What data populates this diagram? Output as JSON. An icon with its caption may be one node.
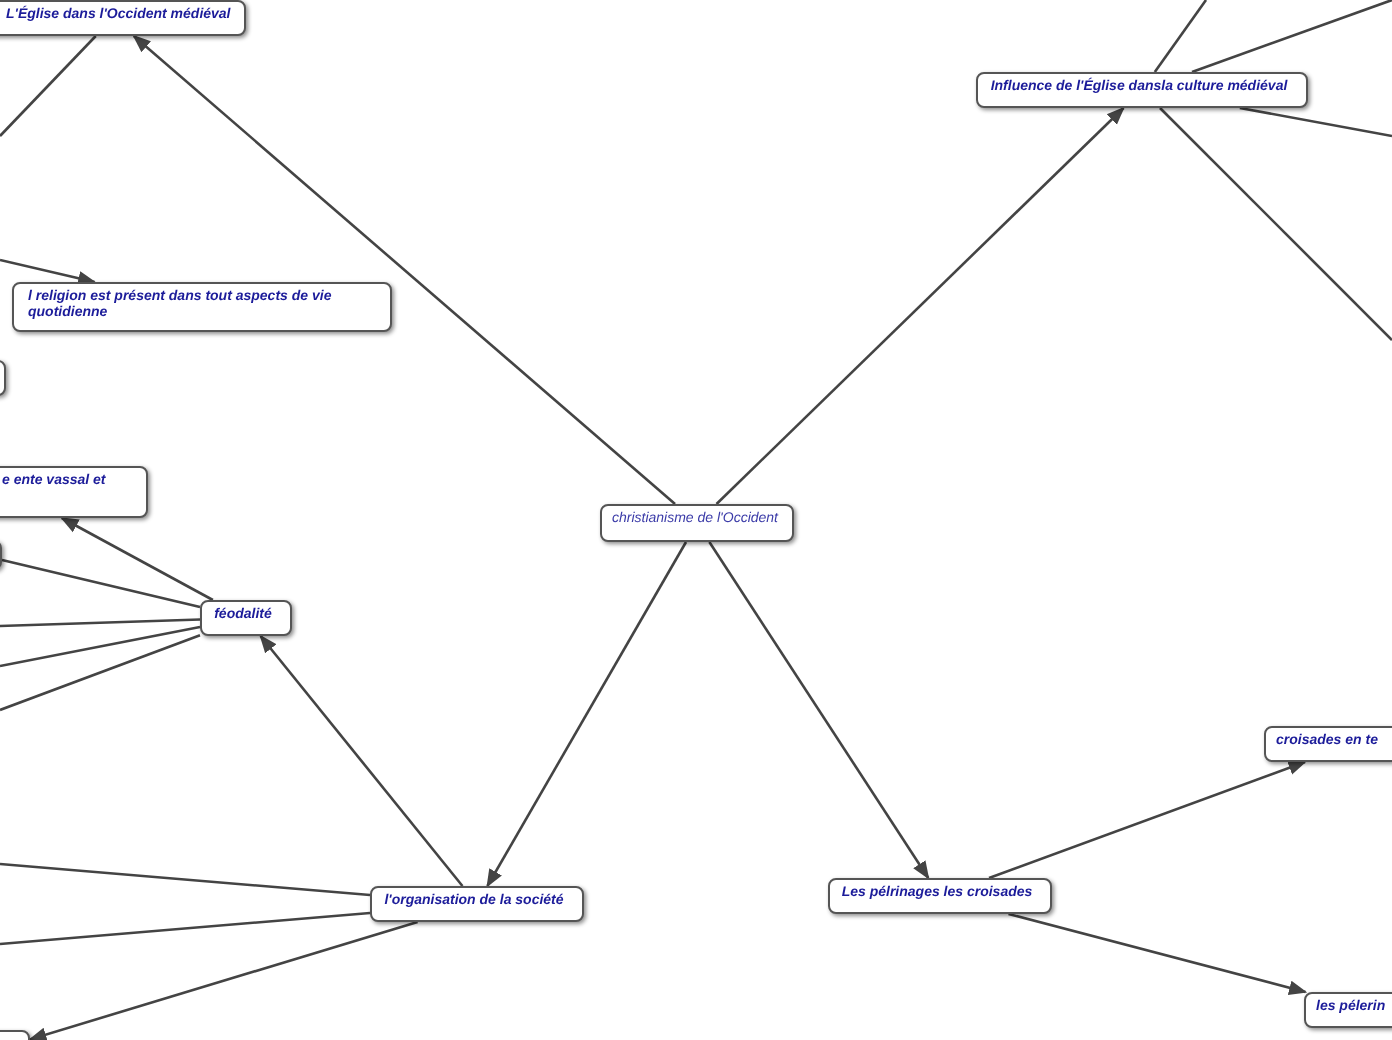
{
  "diagram": {
    "nodes": [
      {
        "text": [
          "christianisme de l'Occident"
        ]
      },
      {
        "text": [
          "L'Église dans l'Occident médiéval"
        ]
      },
      {
        "text": [
          "l religion est présent dans tout aspects de vie quotidienne"
        ]
      },
      {
        "text": [],
        "shape": "box"
      },
      {
        "text": [
          "e ente vassal et"
        ]
      },
      {
        "text": [],
        "shape": "box"
      },
      {
        "text": [
          "féodalité"
        ]
      },
      {
        "text": [
          "l'organisation de la société"
        ]
      },
      {
        "text": [],
        "shape": "box"
      },
      {
        "text": [
          "Influence de l'Église dansla culture médiéval"
        ]
      },
      {
        "text": [
          "Les pélrinages les croisades"
        ]
      },
      {
        "text": [
          "croisades en te"
        ]
      },
      {
        "text": [
          "les pélerin"
        ]
      }
    ],
    "edges": [
      {
        "from": 0,
        "to": 1,
        "arrow": "to"
      },
      {
        "from": 0,
        "to": 9,
        "arrow": "to"
      },
      {
        "from": 0,
        "to": 7,
        "arrow": "to"
      },
      {
        "from": 0,
        "to": 10,
        "arrow": "to"
      },
      {
        "from": 1,
        "to": null,
        "arrow": "none"
      },
      {
        "from": null,
        "to": 2,
        "arrow": "to"
      },
      {
        "from": 6,
        "to": 4,
        "arrow": "to"
      },
      {
        "from": 6,
        "to": 5,
        "arrow": "none"
      },
      {
        "from": 6,
        "to": null,
        "arrow": "none"
      },
      {
        "from": 6,
        "to": null,
        "arrow": "none"
      },
      {
        "from": 6,
        "to": null,
        "arrow": "none"
      },
      {
        "from": 7,
        "to": 6,
        "arrow": "to"
      },
      {
        "from": 7,
        "to": null,
        "arrow": "none"
      },
      {
        "from": 7,
        "to": null,
        "arrow": "none"
      },
      {
        "from": 7,
        "to": 8,
        "arrow": "to"
      },
      {
        "from": 9,
        "to": null,
        "arrow": "none"
      },
      {
        "from": 9,
        "to": null,
        "arrow": "none"
      },
      {
        "from": 9,
        "to": null,
        "arrow": "none"
      },
      {
        "from": 9,
        "to": null,
        "arrow": "none"
      },
      {
        "from": 10,
        "to": 11,
        "arrow": "to"
      },
      {
        "from": 10,
        "to": 12,
        "arrow": "to"
      }
    ]
  }
}
